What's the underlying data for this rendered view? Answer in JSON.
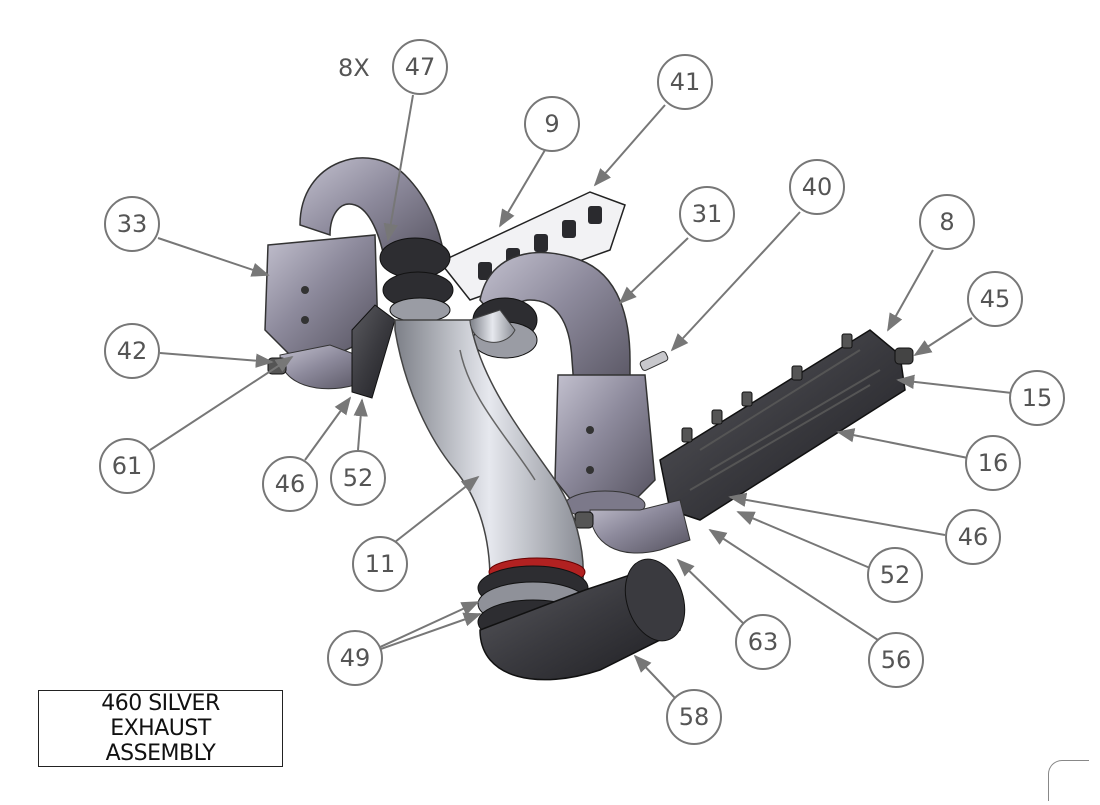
{
  "diagram": {
    "title_lines": [
      "460 SILVER",
      "EXHAUST",
      "ASSEMBLY"
    ],
    "quantity_note": "8X",
    "callouts": [
      {
        "id": "47"
      },
      {
        "id": "9"
      },
      {
        "id": "41"
      },
      {
        "id": "33"
      },
      {
        "id": "31"
      },
      {
        "id": "40"
      },
      {
        "id": "8"
      },
      {
        "id": "45"
      },
      {
        "id": "42"
      },
      {
        "id": "15"
      },
      {
        "id": "61"
      },
      {
        "id": "46"
      },
      {
        "id": "52"
      },
      {
        "id": "16"
      },
      {
        "id": "11"
      },
      {
        "id": "46"
      },
      {
        "id": "52"
      },
      {
        "id": "49"
      },
      {
        "id": "63"
      },
      {
        "id": "56"
      },
      {
        "id": "58"
      }
    ]
  },
  "colors": {
    "pipe": "#8a8796",
    "steel": "#b9bcc4",
    "rubber": "#2a2a2e",
    "callout_stroke": "#777777"
  }
}
